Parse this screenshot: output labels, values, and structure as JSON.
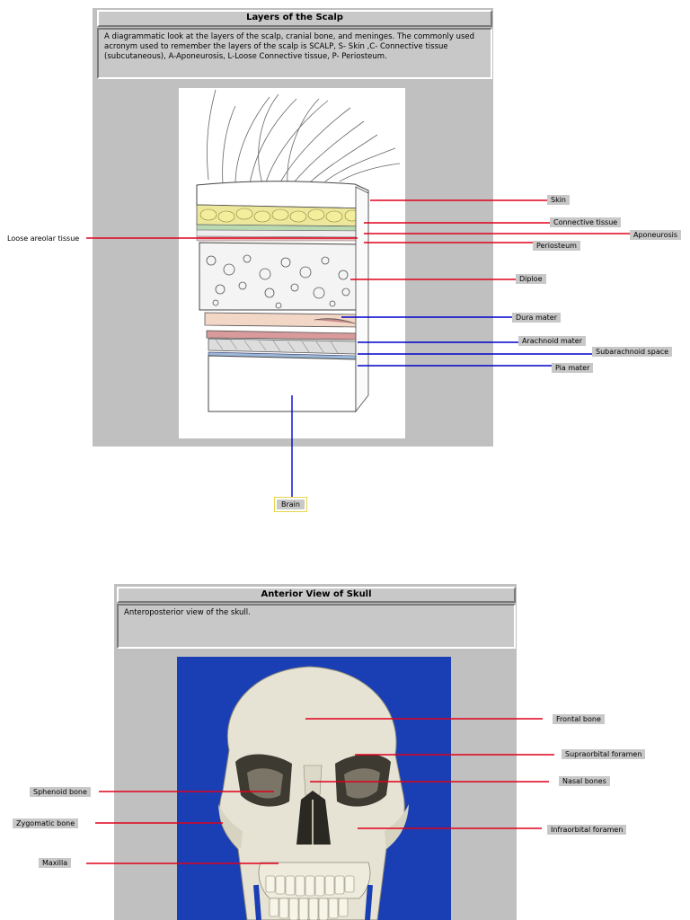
{
  "scalp": {
    "title": "Layers of the Scalp",
    "description": "A diagrammatic look at the layers of the scalp, cranial bone, and meninges. The commonly used acronym used to remember the layers of the scalp is SCALP,  S- Skin ,C- Connective tissue (subcutaneous),  A-Aponeurosis, L-Loose Connective tissue,  P- Periosteum.",
    "labels": {
      "loose": "Loose areolar tissue",
      "skin": "Skin",
      "connective": "Connective tissue",
      "aponeurosis": "Aponeurosis",
      "periosteum": "Periosteum",
      "diploe": "Diploe",
      "dura": "Dura mater",
      "arachnoid": "Arachnoid mater",
      "subarachnoid": "Subarachnoid space",
      "pia": "Pia mater",
      "brain": "Brain"
    }
  },
  "skull": {
    "title": "Anterior View of Skull",
    "description": "Anteroposterior view of the skull.",
    "labels": {
      "frontal": "Frontal bone",
      "supraorbital": "Supraorbital foramen",
      "nasal": "Nasal bones",
      "infraorbital": "Infraorbital foramen",
      "sphenoid": "Sphenoid bone",
      "zygomatic": "Zygomatic bone",
      "maxilla": "Maxilla"
    }
  },
  "colors": {
    "panel": "#c0c0c0",
    "leader_red": "#e0001b",
    "leader_blue": "#0000cc",
    "skull_bg": "#1a3fb4"
  }
}
